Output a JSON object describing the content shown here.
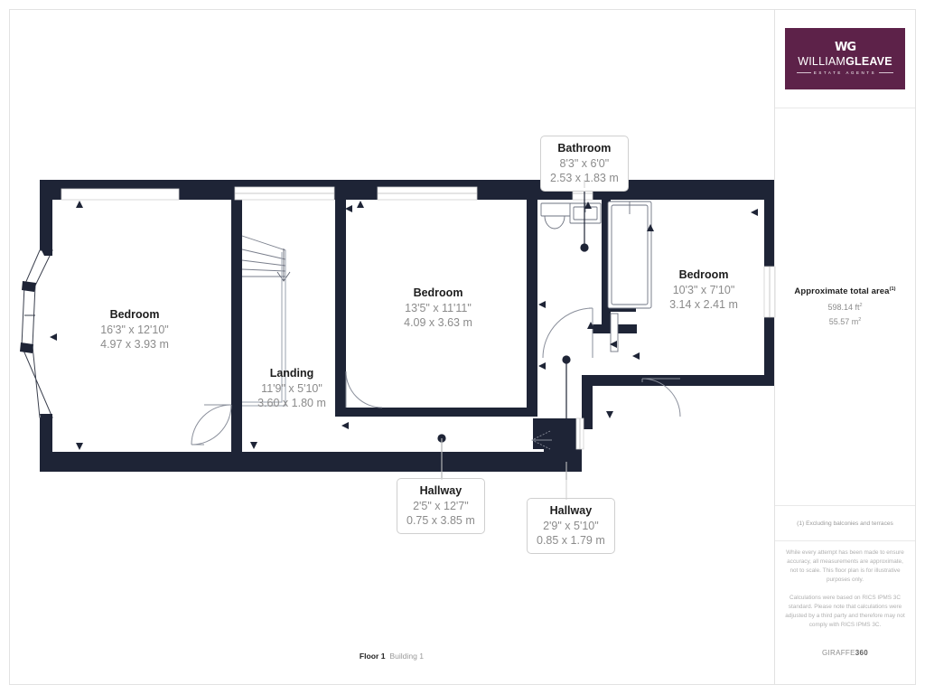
{
  "sidebar": {
    "logo": {
      "mark": "WG",
      "name_thin": "WILLIAM",
      "name_bold": "GLEAVE",
      "subtitle": "ESTATE AGENTS",
      "bg_color": "#5d2249"
    },
    "area": {
      "title": "Approximate total area",
      "title_sup": "(1)",
      "imperial": "598.14 ft",
      "imperial_sup": "2",
      "metric": "55.57 m",
      "metric_sup": "2"
    },
    "footnote": "(1) Excluding balconies and terraces",
    "disclaimer_1": "While every attempt has been made to ensure accuracy, all measurements are approximate, not to scale. This floor plan is for illustrative purposes only.",
    "disclaimer_2": "Calculations were based on RICS IPMS 3C standard. Please note that calculations were adjusted by a third party and therefore may not comply with RICS IPMS 3C.",
    "brand_prefix": "GIRAFFE",
    "brand_suffix": "360"
  },
  "plan": {
    "floor": "Floor 1",
    "building": "Building 1",
    "wall_color": "#1e2436",
    "rooms": [
      {
        "id": "bedroom-left",
        "name": "Bedroom",
        "imperial": "16'3\" x 12'10\"",
        "metric": "4.97 x 3.93 m"
      },
      {
        "id": "bedroom-middle",
        "name": "Bedroom",
        "imperial": "13'5\" x 11'11\"",
        "metric": "4.09 x 3.63 m"
      },
      {
        "id": "bedroom-right",
        "name": "Bedroom",
        "imperial": "10'3\" x 7'10\"",
        "metric": "3.14 x 2.41 m"
      },
      {
        "id": "bathroom",
        "name": "Bathroom",
        "imperial": "8'3\" x 6'0\"",
        "metric": "2.53 x 1.83 m"
      },
      {
        "id": "landing",
        "name": "Landing",
        "imperial": "11'9\" x 5'10\"",
        "metric": "3.60 x 1.80 m"
      },
      {
        "id": "hallway-1",
        "name": "Hallway",
        "imperial": "2'5\" x 12'7\"",
        "metric": "0.75 x 3.85 m"
      },
      {
        "id": "hallway-2",
        "name": "Hallway",
        "imperial": "2'9\" x 5'10\"",
        "metric": "0.85 x 1.79 m"
      }
    ]
  }
}
